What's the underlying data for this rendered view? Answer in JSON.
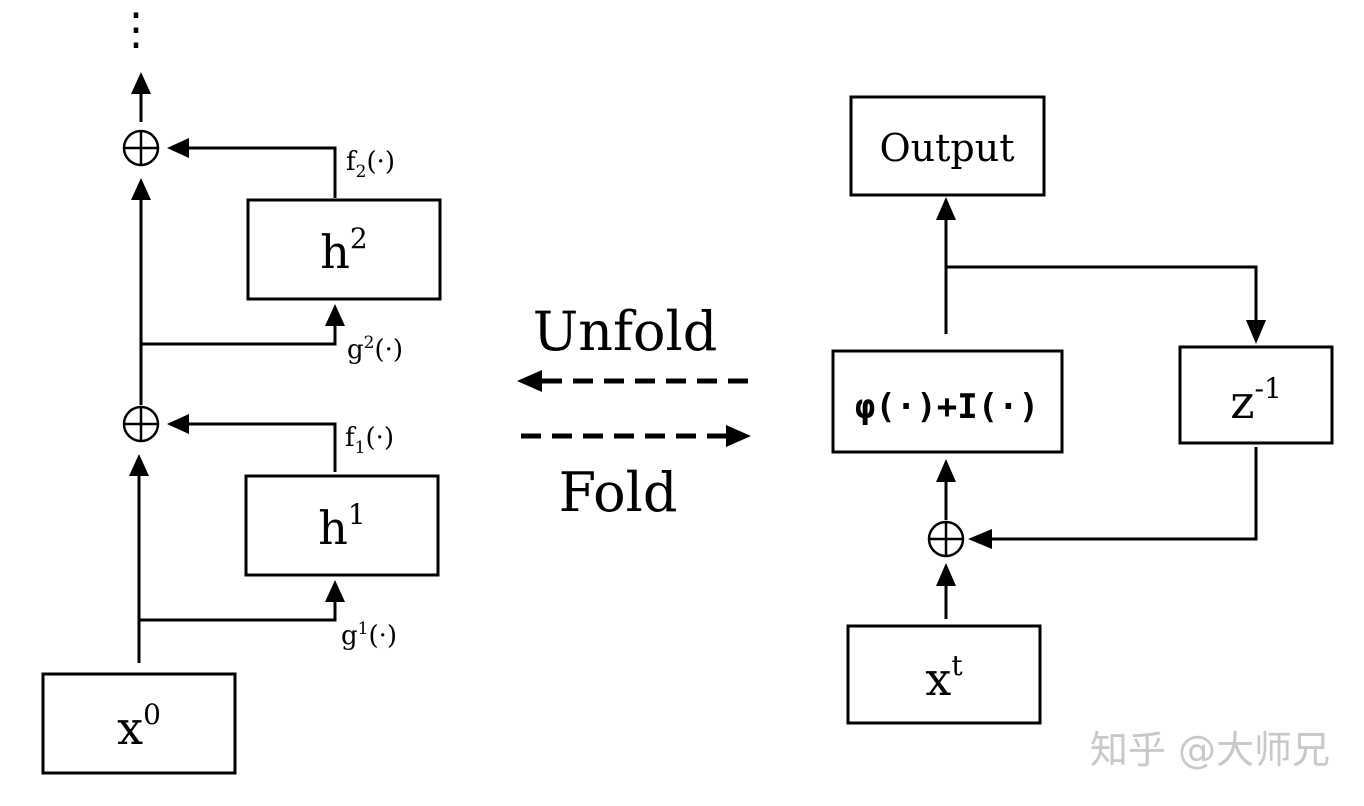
{
  "left": {
    "ellipsis": "⋮",
    "x0": {
      "base": "x",
      "sup": "0"
    },
    "h1": {
      "base": "h",
      "sup": "1"
    },
    "h2": {
      "base": "h",
      "sup": "2"
    },
    "f1": {
      "base": "f",
      "sub": "1",
      "arg": "(·)"
    },
    "f2": {
      "base": "f",
      "sub": "2",
      "arg": "(·)"
    },
    "g1": {
      "base": "g",
      "sup": "1",
      "arg": "(·)"
    },
    "g2": {
      "base": "g",
      "sup": "2",
      "arg": "(·)"
    },
    "sum_symbol": "⊕"
  },
  "middle": {
    "unfold": "Unfold",
    "fold": "Fold"
  },
  "right": {
    "output": "Output",
    "phi": "φ(·)+I(·)",
    "z": {
      "base": "z",
      "sup": "-1"
    },
    "xt": {
      "base": "x",
      "sup": "t"
    }
  },
  "watermark": "知乎 @大师兄"
}
